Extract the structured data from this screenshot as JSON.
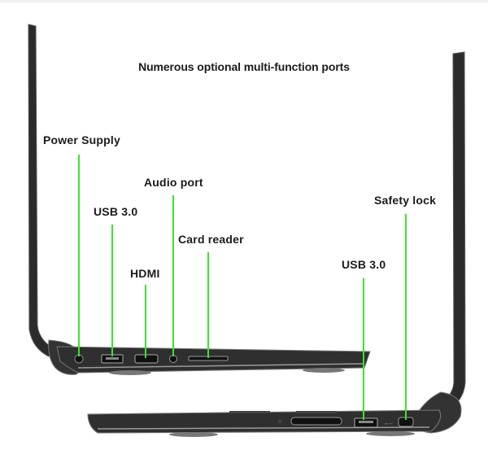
{
  "heading": "Numerous optional multi-function ports",
  "left_side_ports": [
    {
      "label": "Power Supply"
    },
    {
      "label": "USB 3.0"
    },
    {
      "label": "Audio port"
    },
    {
      "label": "Card reader"
    },
    {
      "label": "HDMI"
    }
  ],
  "right_side_ports": [
    {
      "label": "USB 3.0"
    },
    {
      "label": "Safety lock"
    }
  ],
  "colors": {
    "pointer_line": "#39e52b",
    "chassis": "#2a2a2a",
    "chassis_edge": "#6b6b6b",
    "label_text": "#1b1b1b"
  }
}
